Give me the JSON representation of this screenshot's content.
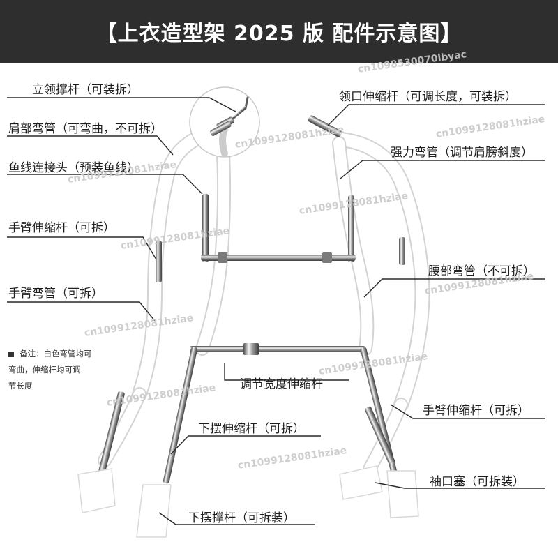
{
  "title": "【上衣造型架 2025 版 配件示意图】",
  "labels": {
    "collar_rod": "立领撑杆（可装拆）",
    "neck_telescopic": "领口伸缩杆（可调长度，可装拆）",
    "shoulder_bend": "肩部弯管（可弯曲，不可拆）",
    "strong_bend": "强力弯管（调节肩膀斜度）",
    "fishline_joint": "鱼线连接头（预装鱼线）",
    "arm_telescopic_left": "手臂伸缩杆（可拆）",
    "waist_bend": "腰部弯管（不可拆）",
    "arm_bend": "手臂弯管（可拆）",
    "width_telescopic": "调节宽度伸缩杆",
    "arm_telescopic_right": "手臂伸缩杆（可拆）",
    "hem_telescopic": "下摆伸缩杆（可拆）",
    "cuff_plug": "袖口塞（可拆装）",
    "hem_support": "下摆撑杆（可拆装）"
  },
  "note": {
    "line1": "备注：白色弯管均可",
    "line2": "弯曲，伸缩杆均可调",
    "line3": "节长度"
  },
  "watermarks": [
    "cn1099128081hziae",
    "cn1099128081hziae",
    "cn1099128081hziae",
    "cn1099128081hziae",
    "cn1099128081hziae",
    "cn1099128081hziae",
    "cn1099128081hziae",
    "cn1099128081hziae",
    "cn1099128081hziae",
    "cn1099128081hziae",
    "cn1098530070lbyac"
  ],
  "colors": {
    "title_bg": "#2e2e2e",
    "title_text": "#ffffff",
    "tube_white": "#ffffff",
    "tube_outline": "#d6d6d6",
    "steel_dark": "#555555",
    "steel_light": "#e8e8e8",
    "leader": "#2a2a2a"
  }
}
